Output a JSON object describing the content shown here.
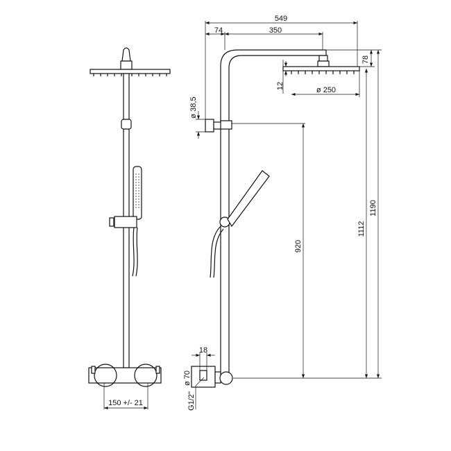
{
  "drawing": {
    "dimensions": {
      "total_projection": "549",
      "wall_offset": "74",
      "arm_length": "350",
      "head_drop": "78",
      "head_thickness": "12",
      "head_diameter": "ø 250",
      "bracket_diameter": "ø 38,5",
      "holder_height": "920",
      "head_height": "1112",
      "total_height": "1190",
      "connector_depth": "18",
      "eccentric_diameter": "ø 70",
      "thread": "G1/2\"",
      "center_distance": "150 +/- 21"
    }
  }
}
